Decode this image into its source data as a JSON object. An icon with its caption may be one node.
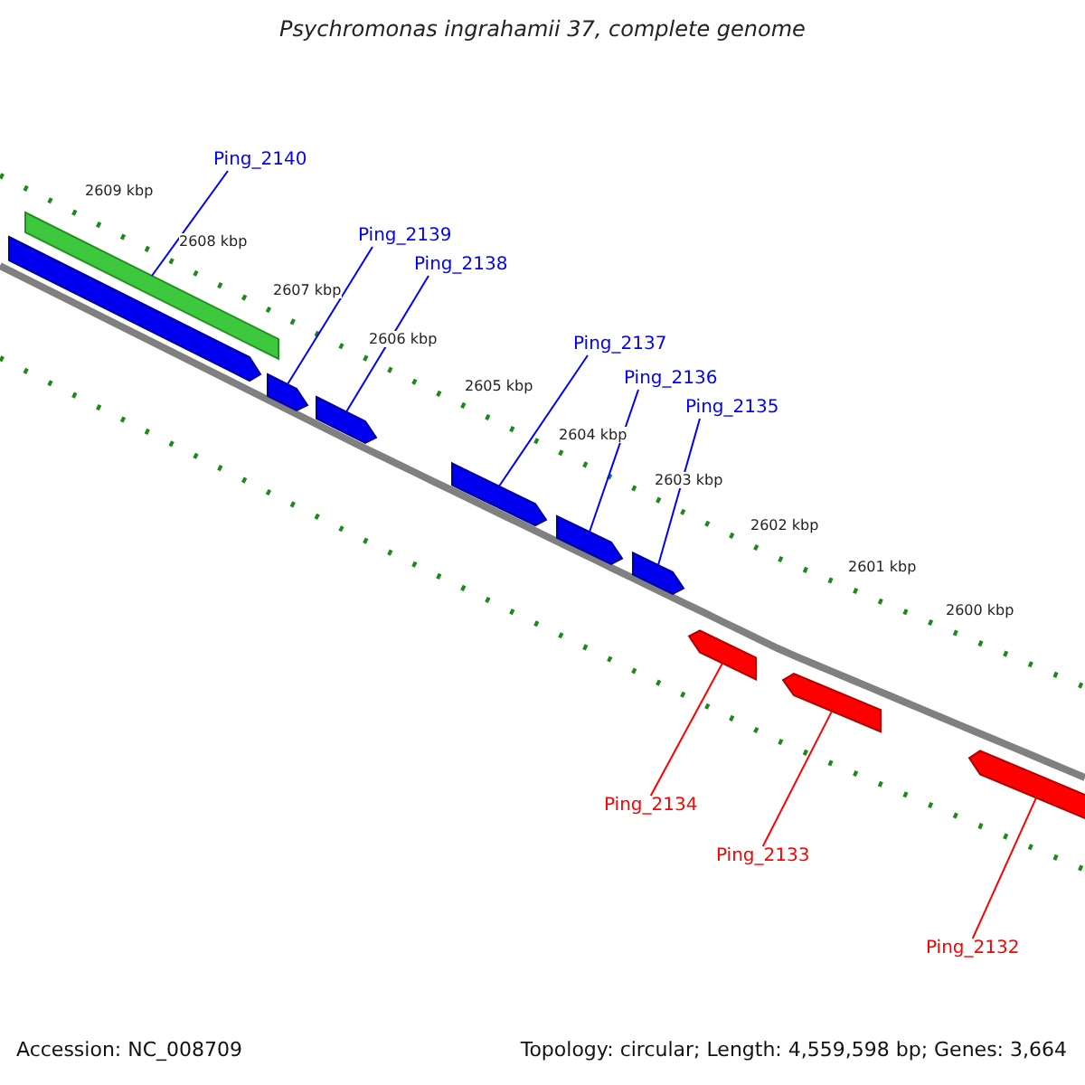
{
  "diagram": {
    "title": "Psychromonas ingrahamii 37, complete genome",
    "nodes": [
      {
        "text": [
          "Ping_2140"
        ]
      },
      {
        "text": [
          "Ping_2139"
        ]
      },
      {
        "text": [
          "Ping_2138"
        ]
      },
      {
        "text": [
          "Ping_2137"
        ]
      },
      {
        "text": [
          "Ping_2136"
        ]
      },
      {
        "text": [
          "Ping_2135"
        ]
      },
      {
        "text": [],
        "shape": "bar"
      },
      {
        "text": [],
        "shape": "arrow"
      },
      {
        "text": [],
        "shape": "arrow"
      },
      {
        "text": [],
        "shape": "arrow"
      },
      {
        "text": [],
        "shape": "arrow"
      },
      {
        "text": [],
        "shape": "arrow"
      },
      {
        "text": [],
        "shape": "arrow"
      },
      {
        "text": [],
        "shape": "arrow"
      },
      {
        "text": [],
        "shape": "arrow"
      },
      {
        "text": [],
        "shape": "arrow"
      },
      {
        "text": [
          "Ping_2134"
        ]
      },
      {
        "text": [
          "Ping_2133"
        ]
      },
      {
        "text": [
          "Ping_2132"
        ]
      }
    ],
    "edges": [
      {
        "from": 0,
        "to": 6,
        "arrow": "none"
      },
      {
        "from": 1,
        "to": 8,
        "arrow": "none"
      },
      {
        "from": 2,
        "to": 9,
        "arrow": "none"
      },
      {
        "from": 3,
        "to": 10,
        "arrow": "none"
      },
      {
        "from": 4,
        "to": 11,
        "arrow": "none"
      },
      {
        "from": 5,
        "to": 12,
        "arrow": "none"
      },
      {
        "from": 16,
        "to": 13,
        "arrow": "none",
        "color": "#ff0000"
      },
      {
        "from": 17,
        "to": 14,
        "arrow": "none",
        "color": "#ff0000"
      },
      {
        "from": 18,
        "to": 15,
        "arrow": "none",
        "color": "#ff0000"
      }
    ],
    "labels": [
      "2609 kbp",
      "2608 kbp",
      "2607 kbp",
      "2606 kbp",
      "2605 kbp",
      "2604 kbp",
      "2603 kbp",
      "2602 kbp",
      "2601 kbp",
      "2600 kbp",
      "Accession: NC_008709",
      "Topology: circular; Length: 4,559,598 bp; Genes: 3,664"
    ]
  }
}
